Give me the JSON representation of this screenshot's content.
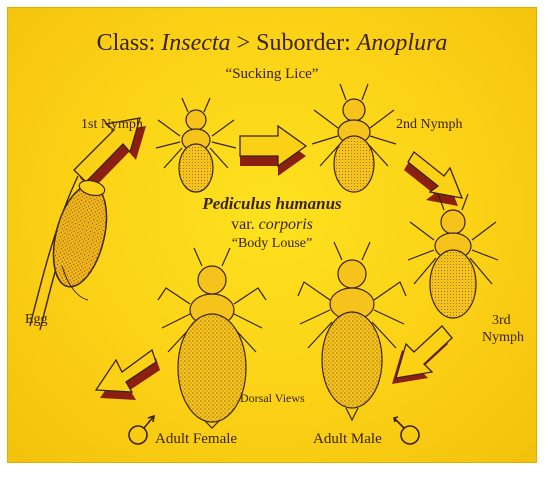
{
  "title": {
    "prefix": "Class: ",
    "class_name": "Insecta",
    "separator": " > Suborder: ",
    "suborder_name": "Anoplura"
  },
  "subtitle": "“Sucking Lice”",
  "species": {
    "name": "Pediculus humanus",
    "var_prefix": "var. ",
    "var_name": "corporis",
    "common_name": "“Body Louse”"
  },
  "stages": {
    "first_nymph": "1st Nymph",
    "second_nymph": "2nd Nymph",
    "third_nymph_line1": "3rd",
    "third_nymph_line2": "Nymph",
    "egg": "Egg",
    "adult_female": "Adult Female",
    "adult_male": "Adult Male"
  },
  "note": "Dorsal Views",
  "colors": {
    "background": "#fbd116",
    "ink": "#3a2410",
    "arrow_fill": "#fbd116",
    "arrow_side": "#8a1f12"
  }
}
